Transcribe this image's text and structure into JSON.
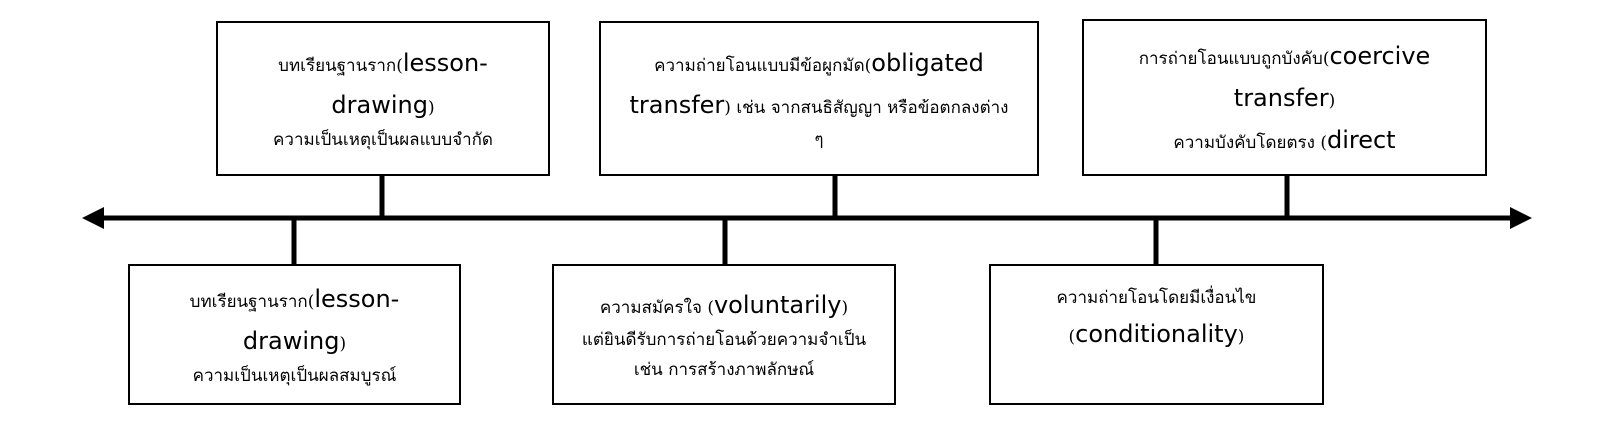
{
  "diagram": {
    "top_boxes": [
      {
        "line1_thai": "บทเรียนฐานราก",
        "line1_open": "(",
        "line1_en": "lesson-",
        "line2_en": "drawing",
        "line2_close": ")",
        "line3_thai": "ความเป็นเหตุเป็นผลแบบจำกัด"
      },
      {
        "line1_thai": "ความถ่ายโอนแบบมีข้อผูกมัด",
        "line1_open": "(",
        "line1_en": "obligated",
        "line2_en": "transfer",
        "line2_close": ")",
        "line2_thai": " เช่น จากสนธิสัญญา หรือข้อตกลงต่าง",
        "line3_thai": "ๆ"
      },
      {
        "line1_thai": "การถ่ายโอนแบบถูกบังคับ",
        "line1_open": "(",
        "line1_en": "coercive",
        "line2_en": "transfer",
        "line2_close": ")",
        "line3_thai": "ความบังคับโดยตรง",
        "line3_open": " (",
        "line3_en": "direct"
      }
    ],
    "bottom_boxes": [
      {
        "line1_thai": "บทเรียนฐานราก",
        "line1_open": "(",
        "line1_en": "lesson-",
        "line2_en": "drawing",
        "line2_close": ")",
        "line3_thai": "ความเป็นเหตุเป็นผลสมบูรณ์"
      },
      {
        "line1_thai": "ความสมัครใจ",
        "line1_open": " (",
        "line1_en": "voluntarily",
        "line1_close": ")",
        "line2_thai": "แต่ยินดีรับการถ่ายโอนด้วยความจำเป็น",
        "line3_thai": "เช่น การสร้างภาพลักษณ์"
      },
      {
        "line1_thai": "ความถ่ายโอนโดยมีเงื่อนไข",
        "line2_open": "(",
        "line2_en": "conditionality",
        "line2_close": ")"
      }
    ]
  }
}
